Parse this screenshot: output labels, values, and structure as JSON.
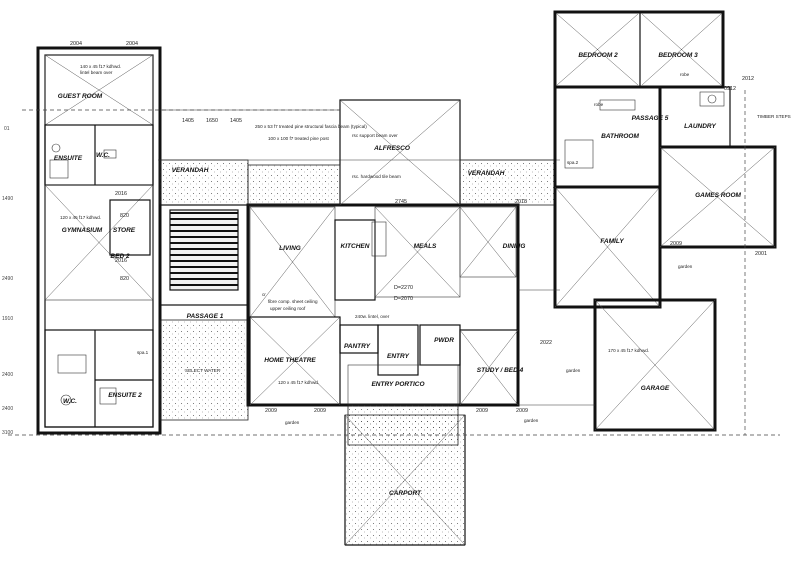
{
  "rooms": {
    "guest_room": "GUEST ROOM",
    "ensuite": "ENSUITE",
    "wc_top": "W.C.",
    "verandah_left": "VERANDAH",
    "gymnasium": "GYMNASIUM",
    "store": "STORE",
    "bed2_left": "BED 2",
    "passage1": "PASSAGE 1",
    "ensuite2": "ENSUITE 2",
    "wc_bottom": "W.C.",
    "alfresco": "ALFRESCO",
    "verandah_right": "VERANDAH",
    "living": "LIVING",
    "kitchen": "KITCHEN",
    "meals": "MEALS",
    "dining": "DINING",
    "home_theatre": "HOME THEATRE",
    "pantry": "PANTRY",
    "entry": "ENTRY",
    "powder": "PWDR",
    "study_bed4": "STUDY / BED 4",
    "entry_portico": "ENTRY PORTICO",
    "carport": "CARPORT",
    "bedroom2": "BEDROOM 2",
    "bedroom3": "BEDROOM 3",
    "bathroom": "BATHROOM",
    "passage5": "PASSAGE 5",
    "laundry": "LAUNDRY",
    "family": "FAMILY",
    "games_room": "GAMES ROOM",
    "garage": "GARAGE",
    "robe_a": "robe",
    "robe_b": "robe",
    "garden_a": "garden",
    "garden_b": "garden",
    "garden_c": "garden",
    "garden_d": "garden"
  },
  "dimensions": {
    "top_2004_a": "2004",
    "top_2004_b": "2004",
    "d1405_a": "1405",
    "d1650": "1650",
    "d1405_b": "1405",
    "d2009_a": "2009",
    "d2009_b": "2009",
    "d2009_c": "2009",
    "d2009_d": "2009",
    "d2022": "2022",
    "d2016_a": "2016",
    "d2016_b": "2016",
    "d2745": "2745",
    "d2018": "2018",
    "d820_a": "820",
    "d820_b": "820",
    "d2009_e": "2009",
    "d2001": "2001",
    "d2012": "2012",
    "d0912": "0912"
  },
  "notes": {
    "beam_140": "140 x 45 f17 kdhwd.",
    "lintel_over": "lintel beam over",
    "beam_120": "120 x 45 f17 kdhwd.",
    "beam_170": "170 x 45 f17 kdhwd.",
    "beam_120b": "120 x 45 f17 kdhwd.",
    "structural": "250 x 53 f7 treated pine structural fascia beam (typical)",
    "pine_post": "100 x 100 f7 treated pine post",
    "support_beam": "rsc support beam over",
    "rsc_post": "rsc. hardwood tile beam",
    "select_water": "SELECT WATER",
    "spa": "spa.1",
    "spa2": "spa.2",
    "smoke": "cr",
    "timber_steps": "TIMBER STEPS",
    "upper_ceiling": "upper ceiling roof",
    "fibre_comp": "fibre comp. sheet ceiling",
    "lintel_240": "240w. lintel, over",
    "d_2270": "D=2270",
    "d_2070": "D=2070"
  },
  "side_labels": {
    "l1": "01",
    "l2": "1490",
    "l3": "2490",
    "l4": "1910",
    "l5": "2400",
    "l6": "2400",
    "l7": "3100"
  }
}
